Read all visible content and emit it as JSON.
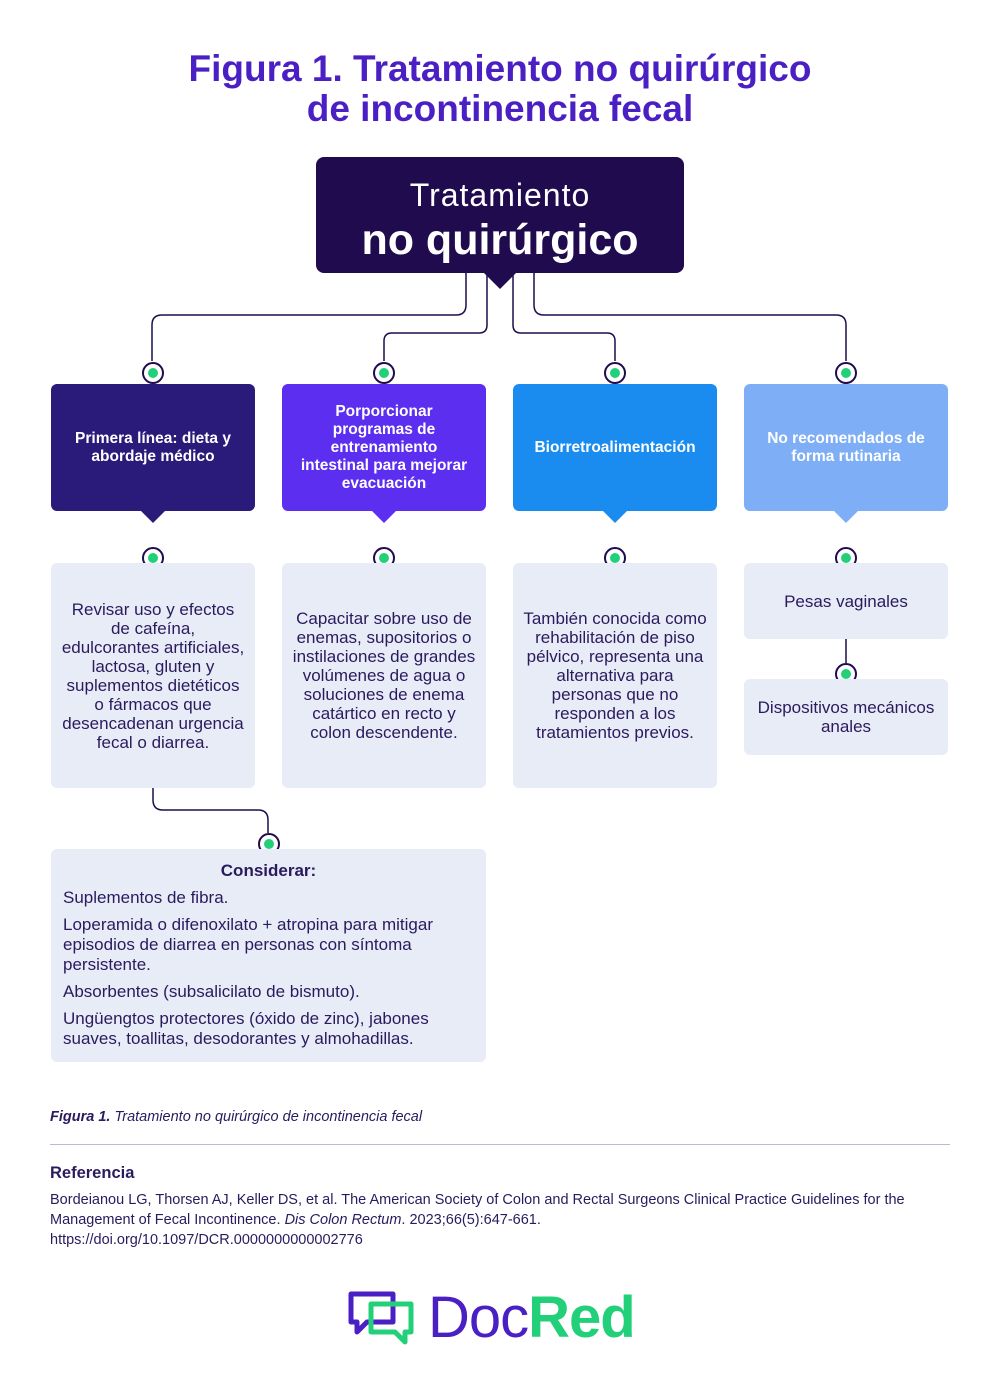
{
  "title": {
    "line1": "Figura 1. Tratamiento no quirúrgico",
    "line2": "de incontinencia fecal"
  },
  "root": {
    "line1": "Tratamiento",
    "line2": "no quirúrgico"
  },
  "branches": [
    {
      "category": "Primera línea: dieta y abordaje médico",
      "category_color": "#2a1a7a",
      "items": [
        "Revisar uso y efectos de cafeína, edulcorantes artificiales, lactosa, gluten y suplementos dietéticos o fármacos que desencadenan urgencia fecal o diarrea."
      ]
    },
    {
      "category": "Porporcionar programas de entrenamiento intestinal para mejorar evacuación",
      "category_color": "#5b2ef0",
      "items": [
        "Capacitar sobre uso de enemas, supositorios o instilaciones de grandes volúmenes de agua o soluciones de enema catártico en recto y colon descendente."
      ]
    },
    {
      "category": "Biorretroalimentación",
      "category_color": "#1a8cf0",
      "items": [
        "También conocida como rehabilitación de piso pélvico, representa una alternativa para personas que no responden a los tratamientos previos."
      ]
    },
    {
      "category": "No recomendados de forma rutinaria",
      "category_color": "#7eaef5",
      "items": [
        "Pesas vaginales",
        "Dispositivos mecánicos anales"
      ]
    }
  ],
  "consider": {
    "heading": "Considerar:",
    "items": [
      "Suplementos de fibra.",
      "Loperamida o difenoxilato + atropina para mitigar episodios de diarrea en personas con síntoma persistente.",
      "Absorbentes (subsalicilato de bismuto).",
      "Ungüengtos protectores (óxido de zinc), jabones suaves, toallitas, desodorantes y almohadillas."
    ]
  },
  "caption": {
    "label": "Figura 1.",
    "text": " Tratamiento no quirúrgico de incontinencia fecal"
  },
  "reference": {
    "heading": "Referencia",
    "text_before": "Bordeianou LG, Thorsen AJ, Keller DS, et al. The American Society of Colon and Rectal Surgeons Clinical Practice Guidelines for the Management of Fecal Incontinence. ",
    "journal": "Dis Colon Rectum",
    "text_after": ". 2023;66(5):647-661.",
    "doi": "https://doi.org/10.1097/DCR.0000000000002776"
  },
  "logo": {
    "part1": "Doc",
    "part2": "Red",
    "color1": "#4a1fc4",
    "color2": "#22d07a"
  }
}
